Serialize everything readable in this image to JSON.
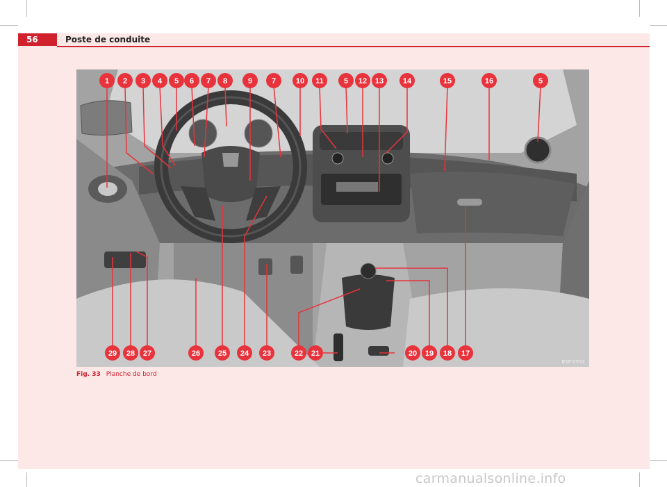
{
  "header": {
    "page_number": "56",
    "section_title": "Poste de conduite"
  },
  "figure": {
    "code": "B5P-0592",
    "top_callouts": [
      "1",
      "2",
      "3",
      "4",
      "5",
      "6",
      "7",
      "8",
      "9",
      "7",
      "10",
      "11",
      "5",
      "12",
      "13",
      "14",
      "15",
      "16",
      "5"
    ],
    "bottom_callouts": [
      "29",
      "28",
      "27",
      "26",
      "25",
      "24",
      "23",
      "22",
      "21",
      "20",
      "19",
      "18",
      "17"
    ]
  },
  "caption": {
    "label": "Fig. 33",
    "title": "Planche de bord"
  },
  "watermark": "carmanualsonline.info",
  "colors": {
    "accent": "#d0212d",
    "page_bg": "#fde8e8"
  }
}
